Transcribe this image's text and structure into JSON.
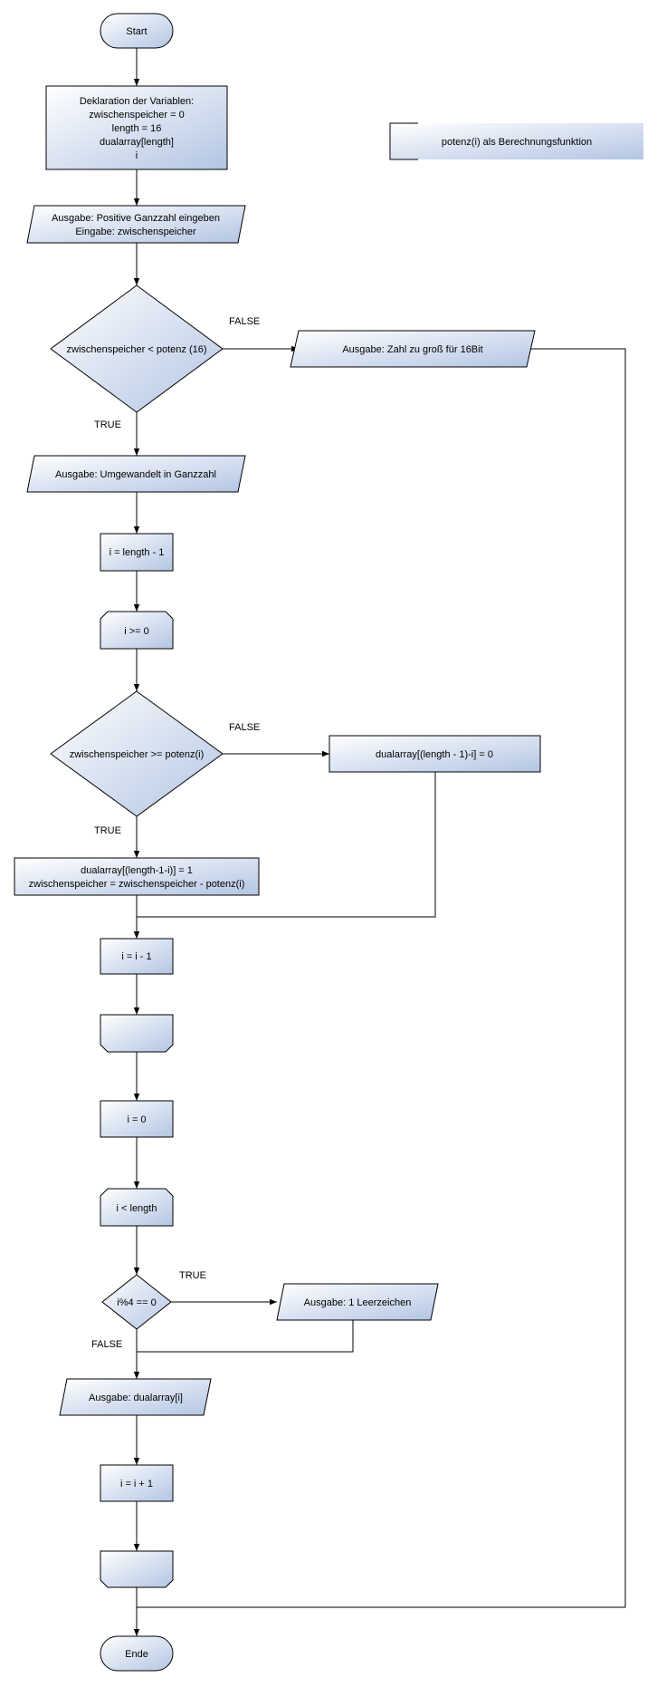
{
  "colors": {
    "shape_fill_light": "#ffffff",
    "shape_fill_dark": "#b3c5e3",
    "stroke": "#000000",
    "connector": "#000000"
  },
  "nodes": {
    "start": {
      "label": "Start"
    },
    "decl": {
      "lines": [
        "Deklaration der Variablen:",
        "zwischenspeicher = 0",
        "length = 16",
        "dualarray[length]",
        "i"
      ]
    },
    "note": {
      "label": "potenz(i) als Berechnungsfunktion"
    },
    "io_input": {
      "lines": [
        "Ausgabe: Positive Ganzzahl eingeben",
        "Eingabe: zwischenspeicher"
      ]
    },
    "dec1": {
      "label": "zwischenspeicher < potenz (16)"
    },
    "io_too_big": {
      "label": "Ausgabe: Zahl zu groß für 16Bit"
    },
    "io_converted": {
      "label": "Ausgabe: Umgewandelt in Ganzzahl"
    },
    "assign_i_len": {
      "label": "i = length - 1"
    },
    "loop1_start": {
      "label": "i >= 0"
    },
    "dec2": {
      "label": "zwischenspeicher >= potenz(i)"
    },
    "proc_zero": {
      "label": "dualarray[(length - 1)-i] = 0"
    },
    "proc_one": {
      "lines": [
        "dualarray[(length-1-i)] = 1",
        "zwischenspeicher = zwischenspeicher - potenz(i)"
      ]
    },
    "dec_i": {
      "label": "i = i - 1"
    },
    "loop1_end": {
      "label": ""
    },
    "assign_i0": {
      "label": "i = 0"
    },
    "loop2_start": {
      "label": "i < length"
    },
    "dec3": {
      "label": "i%4 == 0"
    },
    "io_space": {
      "label": "Ausgabe: 1 Leerzeichen"
    },
    "io_print": {
      "label": "Ausgabe: dualarray[i]"
    },
    "inc_i": {
      "label": "i = i + 1"
    },
    "loop2_end": {
      "label": ""
    },
    "end": {
      "label": "Ende"
    }
  },
  "edge_labels": {
    "dec1_false": "FALSE",
    "dec1_true": "TRUE",
    "dec2_false": "FALSE",
    "dec2_true": "TRUE",
    "dec3_true": "TRUE",
    "dec3_false": "FALSE"
  }
}
